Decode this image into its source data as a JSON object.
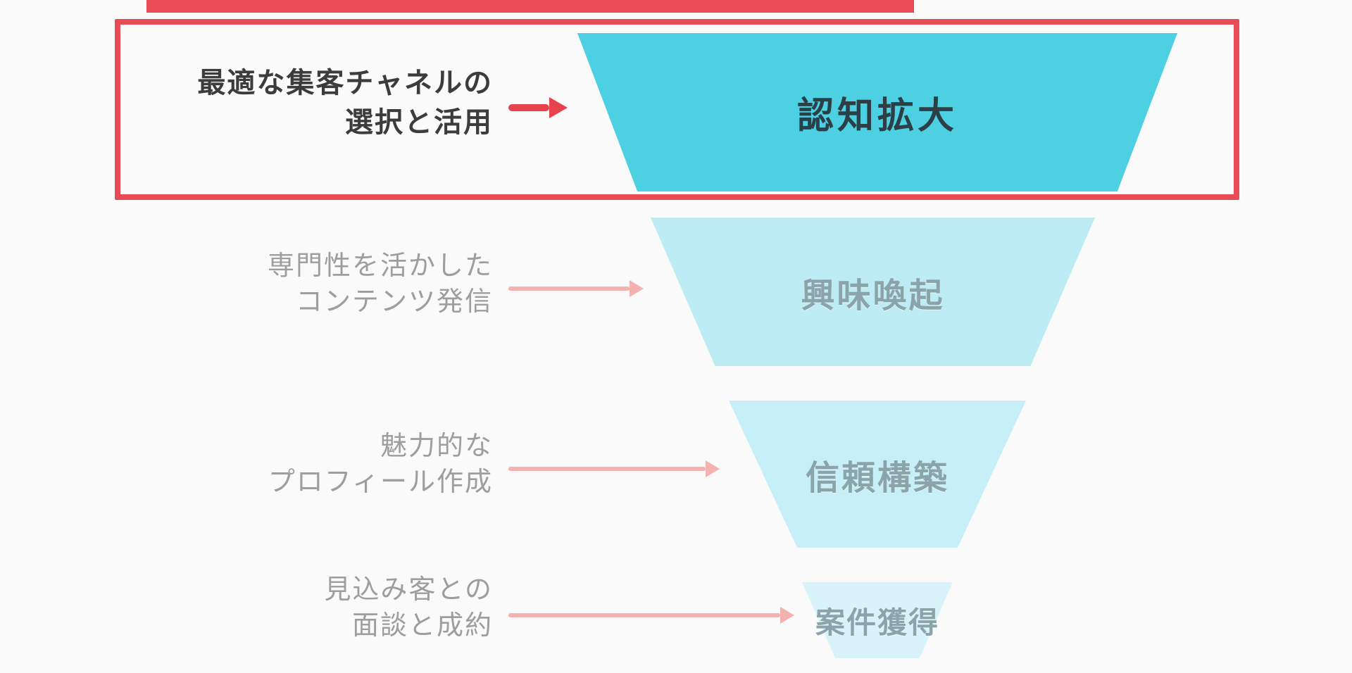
{
  "stages": [
    {
      "label": "認知拡大",
      "side_label": [
        "最適な集客チャネルの",
        "選択と活用"
      ],
      "highlighted": true,
      "fill": "#4dd0e1"
    },
    {
      "label": "興味喚起",
      "side_label": [
        "専門性を活かした",
        "コンテンツ発信"
      ],
      "highlighted": false,
      "fill": "#bdecf5"
    },
    {
      "label": "信頼構築",
      "side_label": [
        "魅力的な",
        "プロフィール作成"
      ],
      "highlighted": false,
      "fill": "#c6eff7"
    },
    {
      "label": "案件獲得",
      "side_label": [
        "見込み客との",
        "面談と成約"
      ],
      "highlighted": false,
      "fill": "#d8f4fa"
    }
  ],
  "colors": {
    "background": "#fafafa",
    "highlight_border": "#e84b55",
    "active_arrow": "#e8424d",
    "inactive_arrow": "#f3b2b0",
    "active_label_text": "#3c3c3c",
    "inactive_label_text": "#9e9e9e",
    "stage1_text": "#2c3e46",
    "muted_stage_text": "#8ba4aa"
  }
}
